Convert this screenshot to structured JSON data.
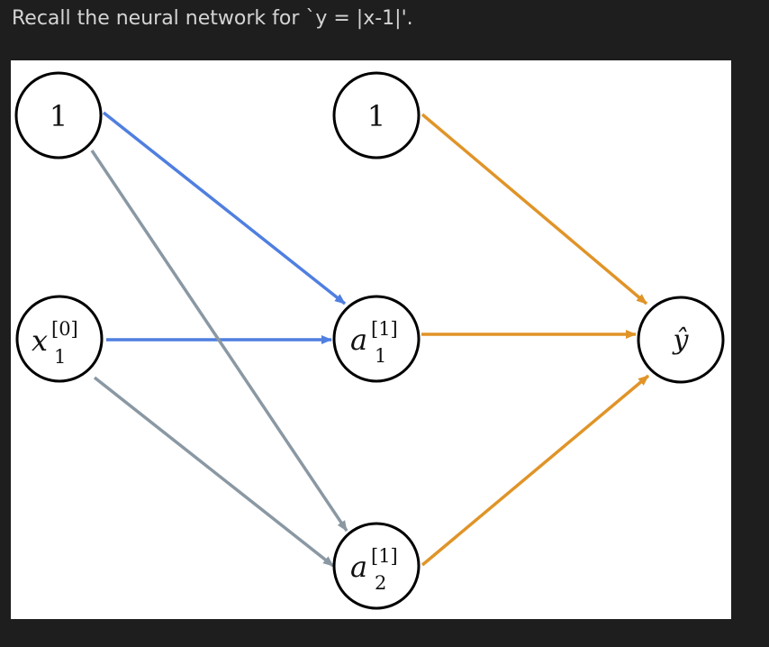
{
  "question": {
    "text": "Recall the neural network for `y = |x-1|'."
  },
  "diagram": {
    "nodes": {
      "bias_input": {
        "text": "1"
      },
      "x1": {
        "base": "x",
        "sup": "[0]",
        "sub": "1"
      },
      "bias_hidden": {
        "text": "1"
      },
      "a1": {
        "base": "a",
        "sup": "[1]",
        "sub": "1"
      },
      "a2": {
        "base": "a",
        "sup": "[1]",
        "sub": "2"
      },
      "yhat": {
        "text": "ŷ"
      }
    },
    "colors": {
      "blue_edges": "#4f7fe0",
      "gray_edges": "#8a98a3",
      "orange_edges": "#e09428",
      "node_stroke": "#000000"
    },
    "edges": [
      {
        "from": "bias_input",
        "to": "a1",
        "color": "blue"
      },
      {
        "from": "x1",
        "to": "a1",
        "color": "blue"
      },
      {
        "from": "bias_input",
        "to": "a2",
        "color": "gray"
      },
      {
        "from": "x1",
        "to": "a2",
        "color": "gray"
      },
      {
        "from": "bias_hidden",
        "to": "yhat",
        "color": "orange"
      },
      {
        "from": "a1",
        "to": "yhat",
        "color": "orange"
      },
      {
        "from": "a2",
        "to": "yhat",
        "color": "orange"
      }
    ]
  }
}
